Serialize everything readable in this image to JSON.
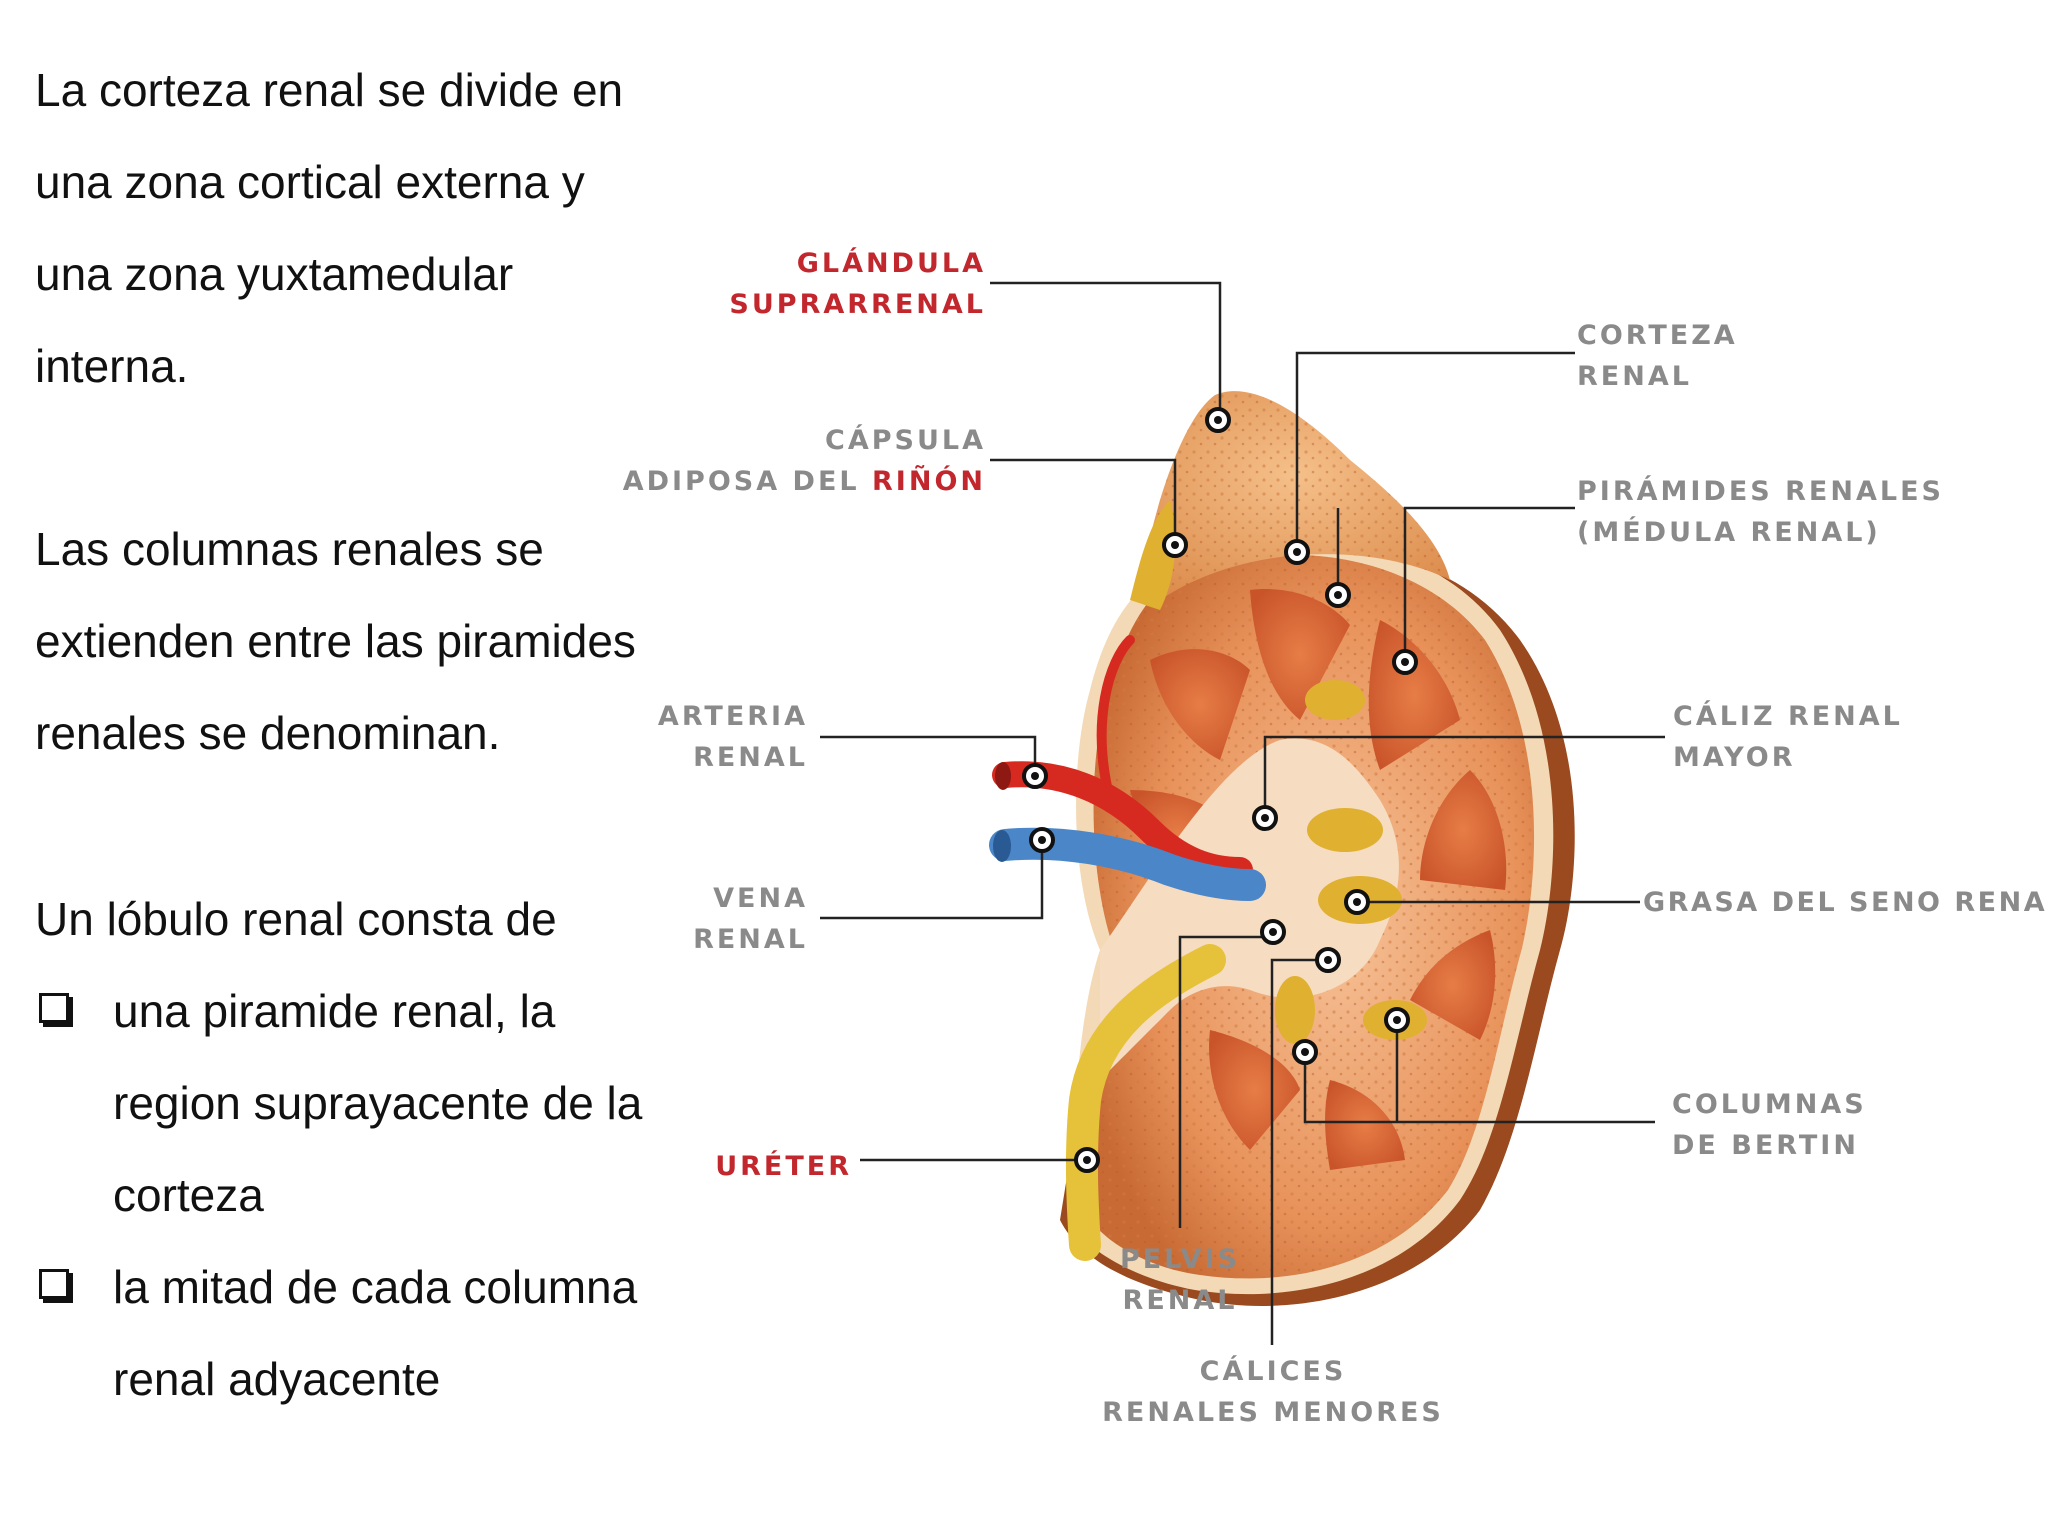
{
  "text": {
    "para1": [
      "La corteza renal se divide en",
      "una zona cortical externa y",
      "una zona yuxtamedular",
      "interna."
    ],
    "para2": [
      "Las columnas renales se",
      "extienden entre las piramides",
      "renales se denominan."
    ],
    "para3": "Un lóbulo renal consta de",
    "bullets": [
      [
        "una piramide renal, la",
        "region suprayacente de la",
        "corteza"
      ],
      [
        "la mitad de cada columna",
        "renal adyacente"
      ]
    ]
  },
  "labels": {
    "glandula": [
      "GLÁNDULA",
      "SUPRARRENAL"
    ],
    "capsula": [
      "CÁPSULA",
      "ADIPOSA DEL ",
      "RIÑÓN"
    ],
    "corteza": [
      "CORTEZA",
      "RENAL"
    ],
    "piramides": [
      "PIRÁMIDES RENALES",
      "(MÉDULA RENAL)"
    ],
    "arteria": [
      "ARTERIA",
      "RENAL"
    ],
    "caliz": [
      "CÁLIZ RENAL",
      "MAYOR"
    ],
    "grasa": "GRASA DEL SENO RENAL",
    "vena": [
      "VENA",
      "RENAL"
    ],
    "columnas": [
      "COLUMNAS",
      "DE BERTIN"
    ],
    "ureter": "URÉTER",
    "pelvis": [
      "PELVIS",
      "RENAL"
    ],
    "calices": [
      "CÁLICES",
      "RENALES MENORES"
    ]
  },
  "colors": {
    "cortex": "#e8925a",
    "medulla": "#d96b3a",
    "capsule": "#f3d9b5",
    "adrenal": "#e9a060",
    "fat": "#e0b030",
    "artery": "#d62a20",
    "vein": "#4a86c8",
    "ureter": "#e6c23a",
    "label_gray": "#8a8a8a",
    "label_red": "#c1272d"
  }
}
